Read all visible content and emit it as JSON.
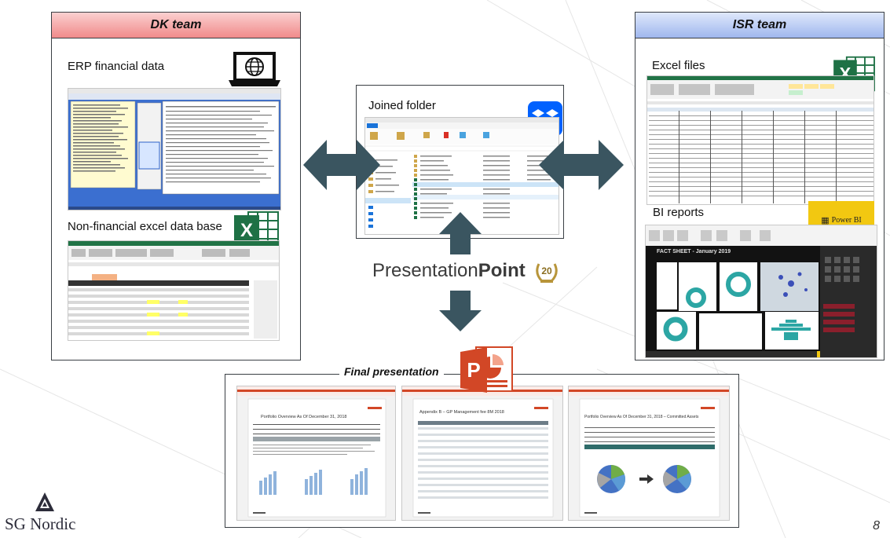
{
  "dk_team": {
    "title": "DK team",
    "erp_label": "ERP financial data",
    "nonfin_label": "Non-financial excel data base"
  },
  "isr_team": {
    "title": "ISR team",
    "excel_label": "Excel files",
    "bi_label": "BI reports",
    "powerbi_tile": "Power BI",
    "fact_sheet": "FACT SHEET - January 2019"
  },
  "center": {
    "joined_folder_label": "Joined folder",
    "presentationpoint_pre": "Presentation",
    "presentationpoint_post": "Point",
    "anniversary_badge": "20"
  },
  "final": {
    "title": "Final presentation",
    "slides": [
      {
        "heading": "Portfolio Overview As Of December 31, 2018"
      },
      {
        "heading": "Appendix B – GP Management fee 8M 2018"
      },
      {
        "heading": "Portfolio Overview As Of December 31, 2018 – Committed Assets"
      }
    ]
  },
  "footer": {
    "brand": "SG Nordic",
    "page_number": "8"
  },
  "colors": {
    "arrow": "#3a5560",
    "dk_header": "#f08a8a",
    "isr_header": "#9fb7ee",
    "excel_green": "#1e7145",
    "powerpoint_orange": "#d24726",
    "dropbox_blue": "#0061fe",
    "powerbi_yellow": "#f2c811"
  }
}
